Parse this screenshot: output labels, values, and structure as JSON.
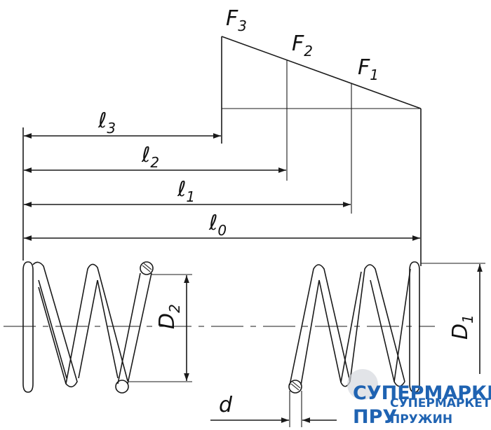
{
  "labels": {
    "F3": {
      "main": "F",
      "sub": "3"
    },
    "F2": {
      "main": "F",
      "sub": "2"
    },
    "F1": {
      "main": "F",
      "sub": "1"
    },
    "l3": {
      "main": "ℓ",
      "sub": "3"
    },
    "l2": {
      "main": "ℓ",
      "sub": "2"
    },
    "l1": {
      "main": "ℓ",
      "sub": "1"
    },
    "l0": {
      "main": "ℓ",
      "sub": "0"
    },
    "D2": {
      "main": "D",
      "sub": "2"
    },
    "D1": {
      "main": "D",
      "sub": "1"
    },
    "d": "d"
  },
  "watermark": {
    "line1": "СУПЕРМАРКЕТ",
    "line2": "ПРУ",
    "logo_top": "СУПЕРМАРКЕТ",
    "logo_bottom": "ПРУЖИН"
  },
  "colors": {
    "line": "#1a1a1a",
    "brand": "#1f63b2"
  }
}
